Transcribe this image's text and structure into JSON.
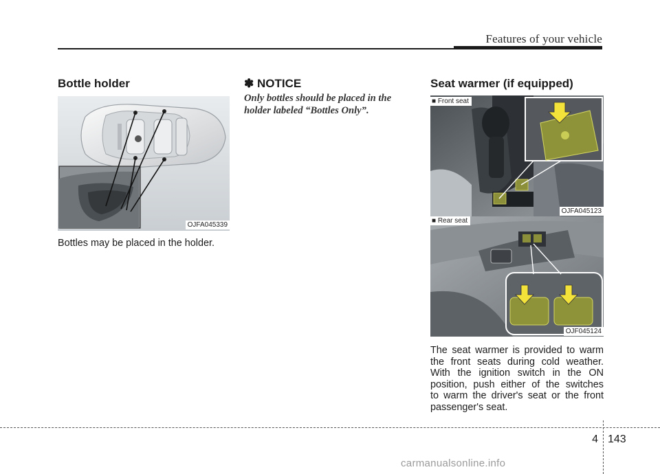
{
  "header": {
    "title": "Features of your vehicle"
  },
  "bottle_holder": {
    "heading": "Bottle holder",
    "figure_code": "OJFA045339",
    "text": "Bottles may be placed in the holder."
  },
  "notice": {
    "symbol": "✽",
    "title": "NOTICE",
    "text": "Only bottles should be placed in the holder labeled “Bottles Only”."
  },
  "seat_warmer": {
    "heading": "Seat warmer (if equipped)",
    "front": {
      "caption": "Front seat",
      "figure_code": "OJFA045123"
    },
    "rear": {
      "caption": "Rear seat",
      "figure_code": "OJF045124"
    },
    "text_lines": [
      "The seat warmer is provided to warm",
      "the front seats during cold weather.",
      "With the ignition switch in the ON",
      "position, push either of the switches",
      "to warm the driver's seat or the front",
      "passenger's seat."
    ]
  },
  "footer": {
    "chapter": "4",
    "page": "143",
    "watermark": "carmanualsonline.info"
  }
}
